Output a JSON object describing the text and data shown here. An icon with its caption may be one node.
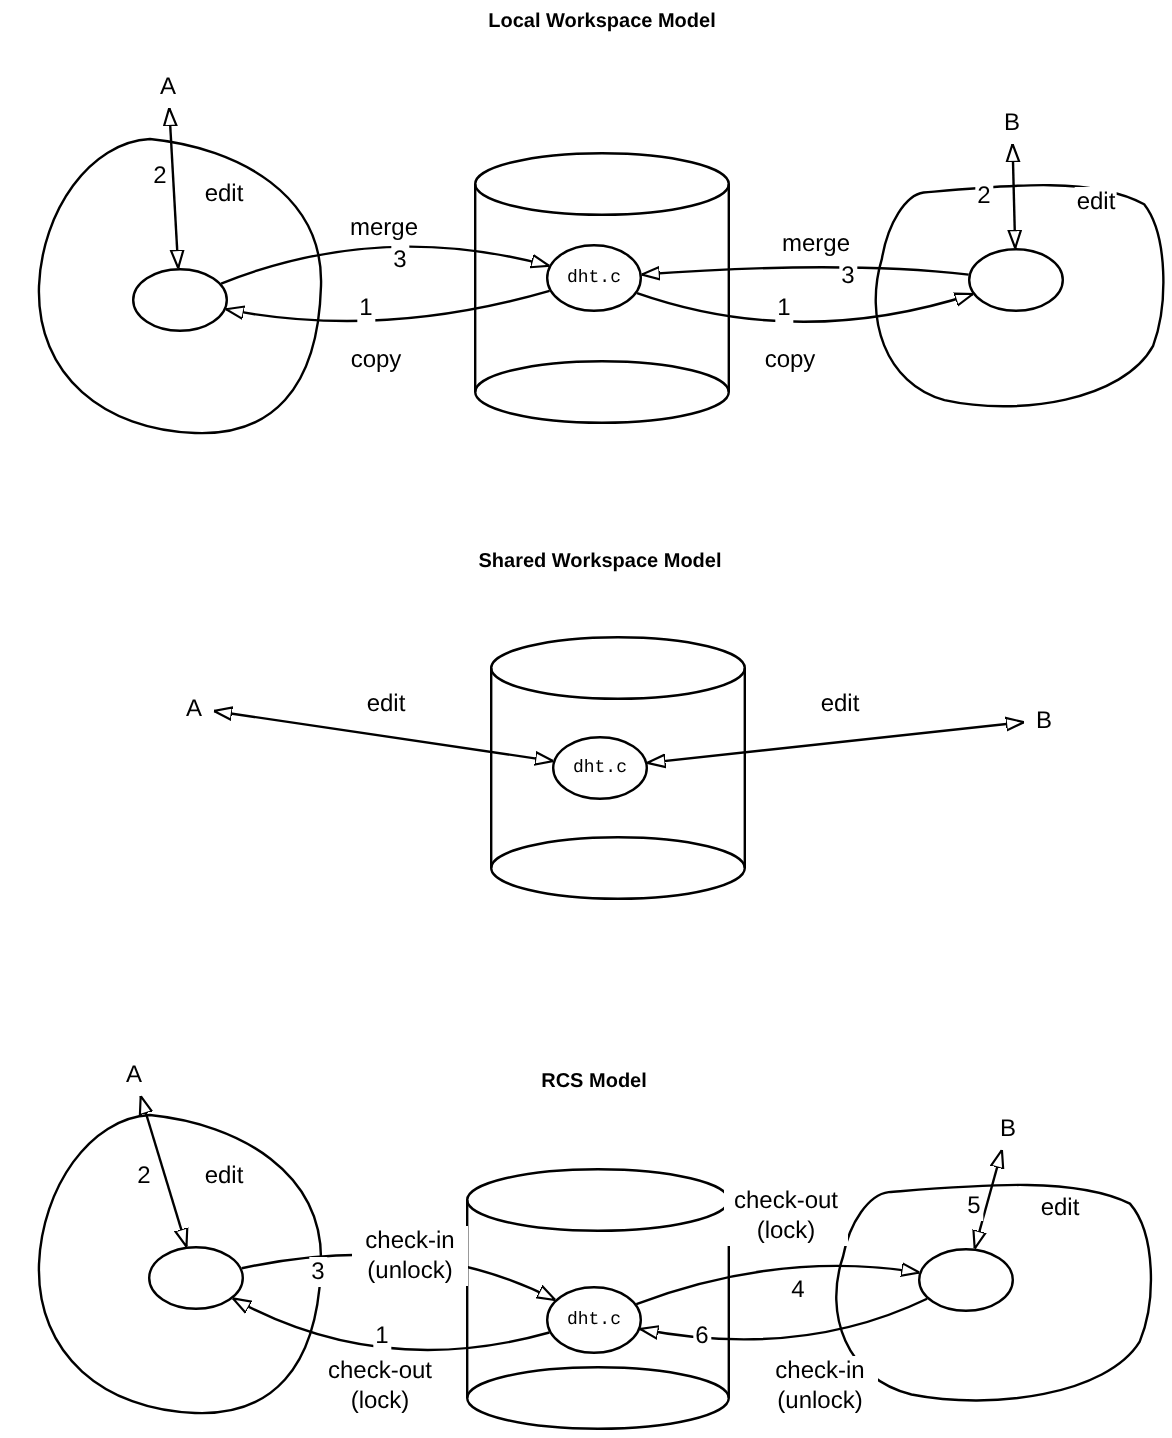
{
  "diagram": {
    "nodes": [
      {
        "text": [
          "A"
        ]
      },
      {
        "text": [],
        "shape": "cloud"
      },
      {
        "text": [],
        "shape": "circle",
        "in": 1
      },
      {
        "text": [],
        "shape": "cylinder"
      },
      {
        "text": [
          "dht.c"
        ],
        "in": 3
      },
      {
        "text": [
          "B"
        ]
      },
      {
        "text": [],
        "shape": "cloud"
      },
      {
        "text": [],
        "shape": "circle",
        "in": 6
      },
      {
        "text": [
          "A"
        ]
      },
      {
        "text": [],
        "shape": "cylinder"
      },
      {
        "text": [
          "dht.c"
        ],
        "in": 9
      },
      {
        "text": [
          "B"
        ]
      },
      {
        "text": [
          "A"
        ]
      },
      {
        "text": [],
        "shape": "cloud"
      },
      {
        "text": [],
        "shape": "circle",
        "in": 13
      },
      {
        "text": [],
        "shape": "cylinder"
      },
      {
        "text": [
          "dht.c"
        ],
        "in": 15
      },
      {
        "text": [
          "B"
        ]
      },
      {
        "text": [],
        "shape": "cloud"
      },
      {
        "text": [],
        "shape": "circle",
        "in": 18
      }
    ],
    "edges": [
      {
        "from": 0,
        "to": 2,
        "arrow": "both",
        "label": "edit"
      },
      {
        "from": 2,
        "to": 4,
        "arrow": "to",
        "label": "merge"
      },
      {
        "from": 4,
        "to": 2,
        "arrow": "to",
        "label": "copy"
      },
      {
        "from": 7,
        "to": 4,
        "arrow": "to",
        "label": "merge"
      },
      {
        "from": 4,
        "to": 7,
        "arrow": "to",
        "label": "copy"
      },
      {
        "from": 5,
        "to": 7,
        "arrow": "both",
        "label": "edit"
      },
      {
        "from": 8,
        "to": 10,
        "arrow": "both",
        "label": "edit"
      },
      {
        "from": 10,
        "to": 11,
        "arrow": "both",
        "label": "edit"
      },
      {
        "from": 12,
        "to": 14,
        "arrow": "both",
        "label": "edit"
      },
      {
        "from": 14,
        "to": 16,
        "arrow": "to",
        "label": "check-in (unlock)"
      },
      {
        "from": 16,
        "to": 14,
        "arrow": "to",
        "label": "check-out (lock)"
      },
      {
        "from": 16,
        "to": 19,
        "arrow": "to",
        "label": "check-out (lock)"
      },
      {
        "from": 19,
        "to": 16,
        "arrow": "to",
        "label": "check-in (unlock)"
      },
      {
        "from": 17,
        "to": 19,
        "arrow": "both",
        "label": "edit"
      }
    ],
    "labels": [
      "Local Workspace Model",
      "2",
      "3",
      "1",
      "2",
      "3",
      "1",
      "Shared Workspace Model",
      "RCS Model",
      "2",
      "3",
      "1",
      "4",
      "5",
      "6"
    ]
  }
}
